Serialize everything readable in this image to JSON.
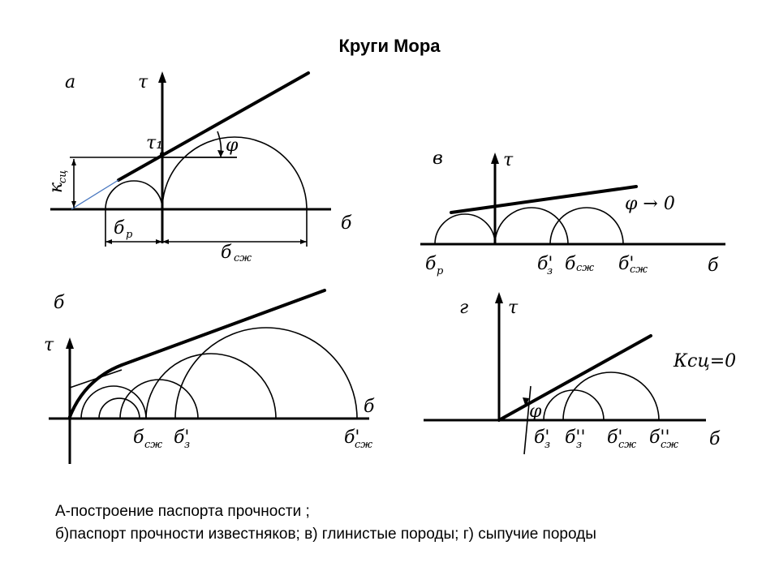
{
  "title": "Круги Мора",
  "panels": {
    "a": {
      "letter": "a",
      "tau": "τ",
      "tau1": "τ₁",
      "phi": "φ",
      "kcc": "к",
      "kcc_sub": "сц",
      "sigma_p": "б",
      "sigma_p_sub": "р",
      "sigma_sj": "б",
      "sigma_sj_sub": "сж",
      "sigma_axis": "б"
    },
    "b": {
      "letter": "б",
      "tau": "τ",
      "sigma_axis": "б",
      "sigma_sj": "б",
      "sigma_sj_sub": "сж",
      "sigma_3": "б'",
      "sigma_3_sub": "з",
      "sigma_sj2": "б'",
      "sigma_sj2_sub": "сж"
    },
    "v": {
      "letter": "в",
      "tau": "τ",
      "phi_limit": "φ → 0",
      "sigma_p": "б",
      "sigma_p_sub": "р",
      "sigma_3": "б'",
      "sigma_3_sub": "з",
      "sigma_sj": "б",
      "sigma_sj_sub": "сж",
      "sigma_sj2": "б'",
      "sigma_sj2_sub": "сж",
      "sigma_axis": "б"
    },
    "g": {
      "letter": "г",
      "tau": "τ",
      "kcc_zero": "Ксц=0",
      "phi": "φ",
      "sigma_3": "б'",
      "sigma_3_sub": "з",
      "sigma_3b": "б''",
      "sigma_3b_sub": "з",
      "sigma_sj": "б'",
      "sigma_sj_sub": "сж",
      "sigma_sj2": "б''",
      "sigma_sj2_sub": "сж",
      "sigma_axis": "б"
    }
  },
  "caption": {
    "line1": "А-построение паспорта прочности ;",
    "line2": "б)паспорт прочности  известняков;  в) глинистые породы; г) сыпучие породы"
  }
}
